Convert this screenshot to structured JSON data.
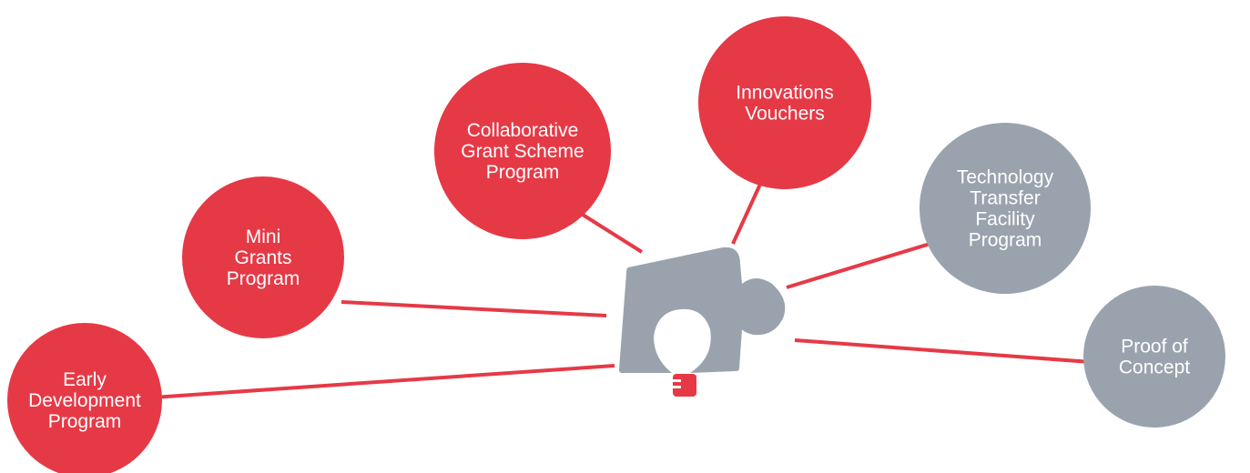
{
  "colors": {
    "red": "#e63946",
    "grey": "#9aa3ad",
    "connector": "#e63946"
  },
  "center": {
    "icon": "puzzle-lightbulb-icon"
  },
  "nodes": [
    {
      "id": "early-development",
      "lines": [
        "Early",
        "Development",
        "Program"
      ],
      "color": "red"
    },
    {
      "id": "mini-grants",
      "lines": [
        "Mini",
        "Grants",
        "Program"
      ],
      "color": "red"
    },
    {
      "id": "collaborative-grant",
      "lines": [
        "Collaborative",
        "Grant Scheme",
        "Program"
      ],
      "color": "red"
    },
    {
      "id": "innovations-vouchers",
      "lines": [
        "Innovations",
        "Vouchers"
      ],
      "color": "red"
    },
    {
      "id": "technology-transfer",
      "lines": [
        "Technology",
        "Transfer",
        "Facility",
        "Program"
      ],
      "color": "grey"
    },
    {
      "id": "proof-of-concept",
      "lines": [
        "Proof of",
        "Concept"
      ],
      "color": "grey"
    }
  ]
}
